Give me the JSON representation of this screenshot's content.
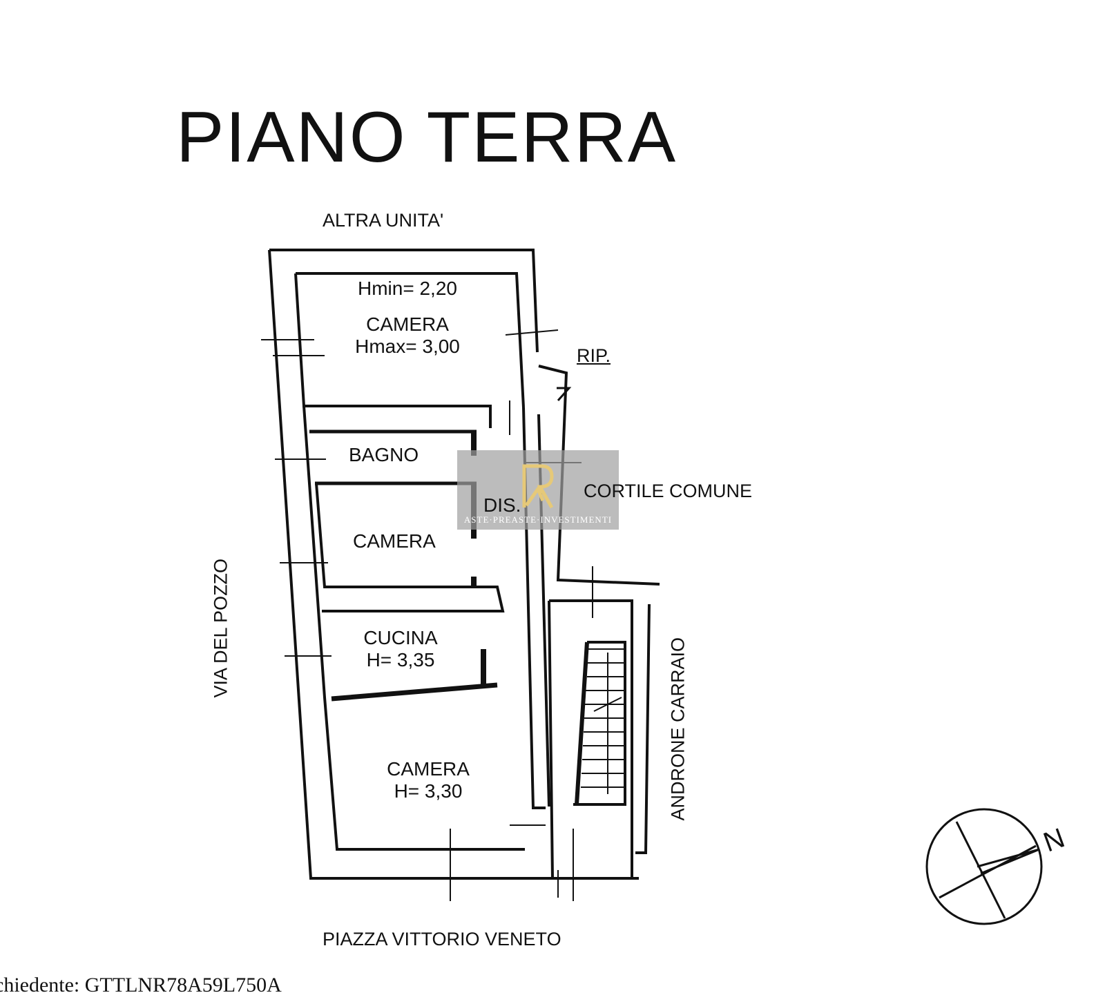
{
  "title": "PIANO TERRA",
  "labels": {
    "top": "ALTRA UNITA'",
    "left": "VIA DEL POZZO",
    "bottom": "PIAZZA VITTORIO VENETO",
    "right_court": "CORTILE COMUNE",
    "right_passage": "ANDRONE CARRAIO",
    "rip": "RIP."
  },
  "rooms": [
    {
      "name": "CAMERA",
      "h1": "Hmin= 2,20",
      "h2": "Hmax= 3,00"
    },
    {
      "name": "BAGNO"
    },
    {
      "name": "DIS."
    },
    {
      "name": "CAMERA"
    },
    {
      "name": "CUCINA",
      "h": "H= 3,35"
    },
    {
      "name": "CAMERA",
      "h": "H= 3,30"
    }
  ],
  "compass": {
    "letter": "N"
  },
  "watermark": {
    "brand": "RI",
    "text": "ASTE·PREASTE·INVESTIMENTI"
  },
  "footer": "chiedente: GTTLNR78A59L750A"
}
